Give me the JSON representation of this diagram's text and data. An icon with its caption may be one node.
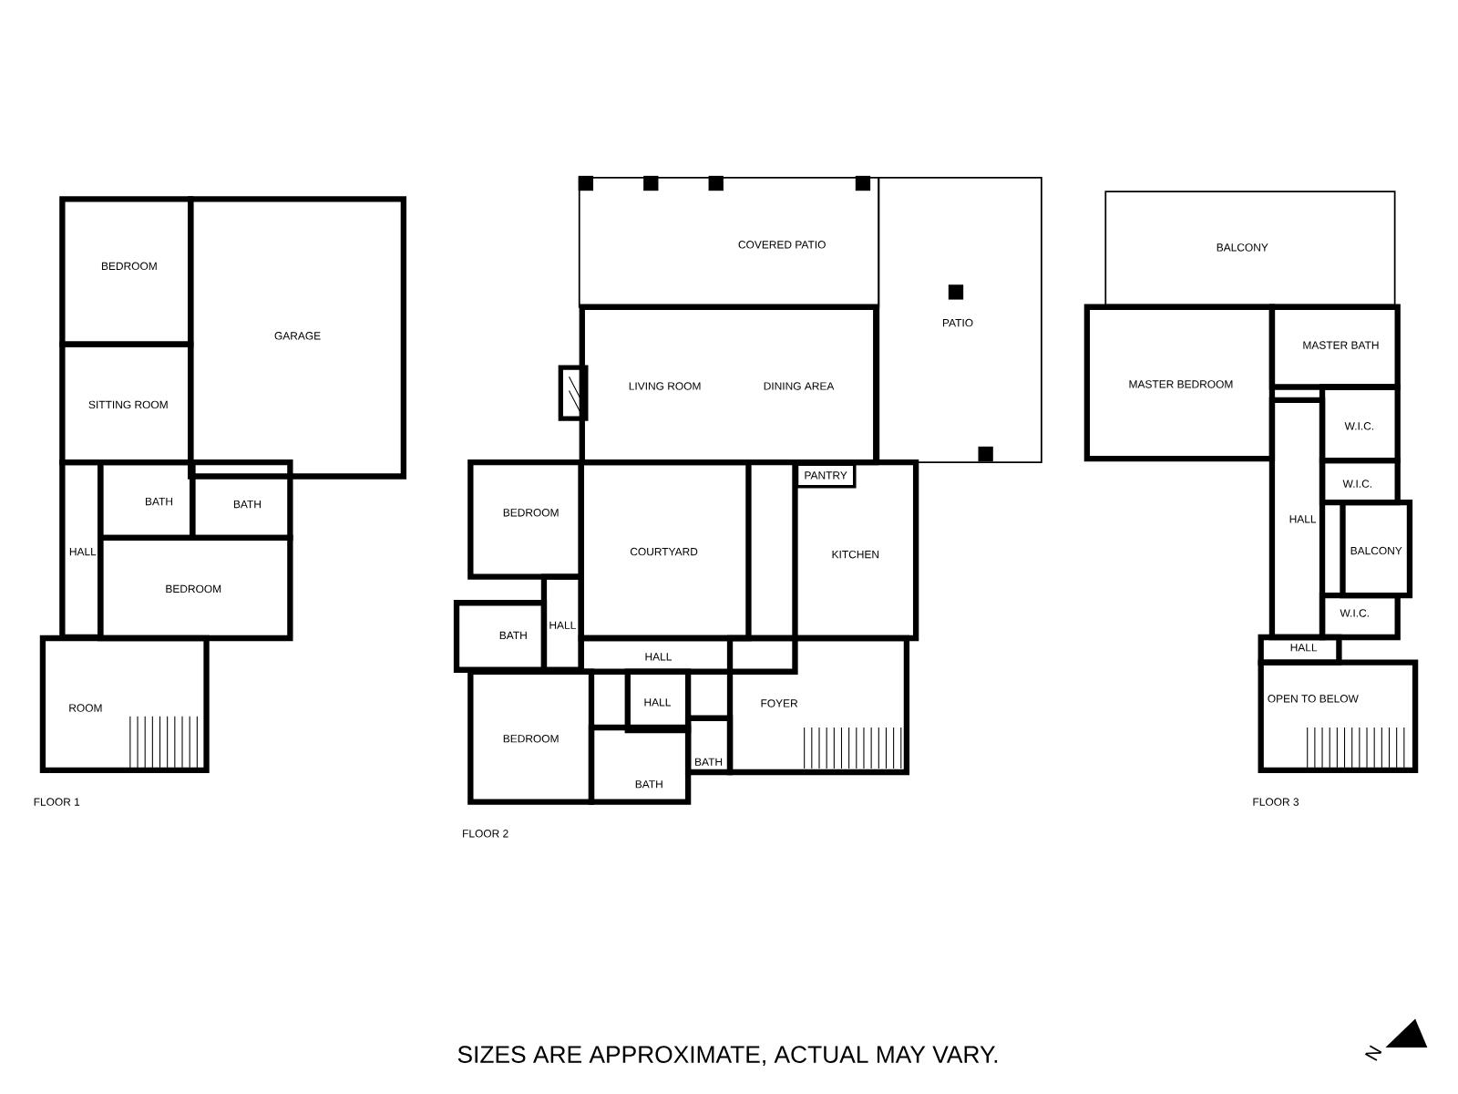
{
  "diagram": {
    "caption": "SIZES ARE APPROXIMATE, ACTUAL MAY VARY.",
    "nodes": [
      {
        "text": [
          "BEDROOM"
        ]
      },
      {
        "text": [
          "GARAGE"
        ]
      },
      {
        "text": [
          "SITTING ROOM"
        ]
      },
      {
        "text": [
          "HALL"
        ]
      },
      {
        "text": [
          "BATH"
        ]
      },
      {
        "text": [
          "BATH"
        ]
      },
      {
        "text": [
          "BEDROOM"
        ]
      },
      {
        "text": [
          "ROOM"
        ]
      },
      {
        "text": [
          "COVERED PATIO"
        ]
      },
      {
        "text": [
          "PATIO"
        ]
      },
      {
        "text": [
          "LIVING ROOM",
          "DINING AREA"
        ]
      },
      {
        "text": [
          "BEDROOM"
        ]
      },
      {
        "text": [
          "COURTYARD"
        ]
      },
      {
        "text": [
          "KITCHEN"
        ]
      },
      {
        "text": [
          "PANTRY"
        ],
        "in": 13
      },
      {
        "text": [
          "HALL"
        ]
      },
      {
        "text": [
          "BATH"
        ]
      },
      {
        "text": [
          "HALL"
        ]
      },
      {
        "text": [
          "HALL"
        ]
      },
      {
        "text": [
          "BEDROOM"
        ]
      },
      {
        "text": [
          "BATH"
        ]
      },
      {
        "text": [
          "BATH"
        ]
      },
      {
        "text": [
          "FOYER"
        ]
      },
      {
        "text": [
          "BALCONY"
        ]
      },
      {
        "text": [
          "MASTER BATH"
        ]
      },
      {
        "text": [
          "MASTER BEDROOM"
        ]
      },
      {
        "text": [
          "W.I.C."
        ]
      },
      {
        "text": [
          "W.I.C."
        ]
      },
      {
        "text": [
          "HALL"
        ]
      },
      {
        "text": [
          "BALCONY"
        ]
      },
      {
        "text": [
          "W.I.C."
        ]
      },
      {
        "text": [
          "HALL"
        ]
      },
      {
        "text": [
          "OPEN TO BELOW"
        ]
      }
    ],
    "labels": [
      "FLOOR 1",
      "FLOOR 2",
      "FLOOR 3",
      "N"
    ]
  }
}
